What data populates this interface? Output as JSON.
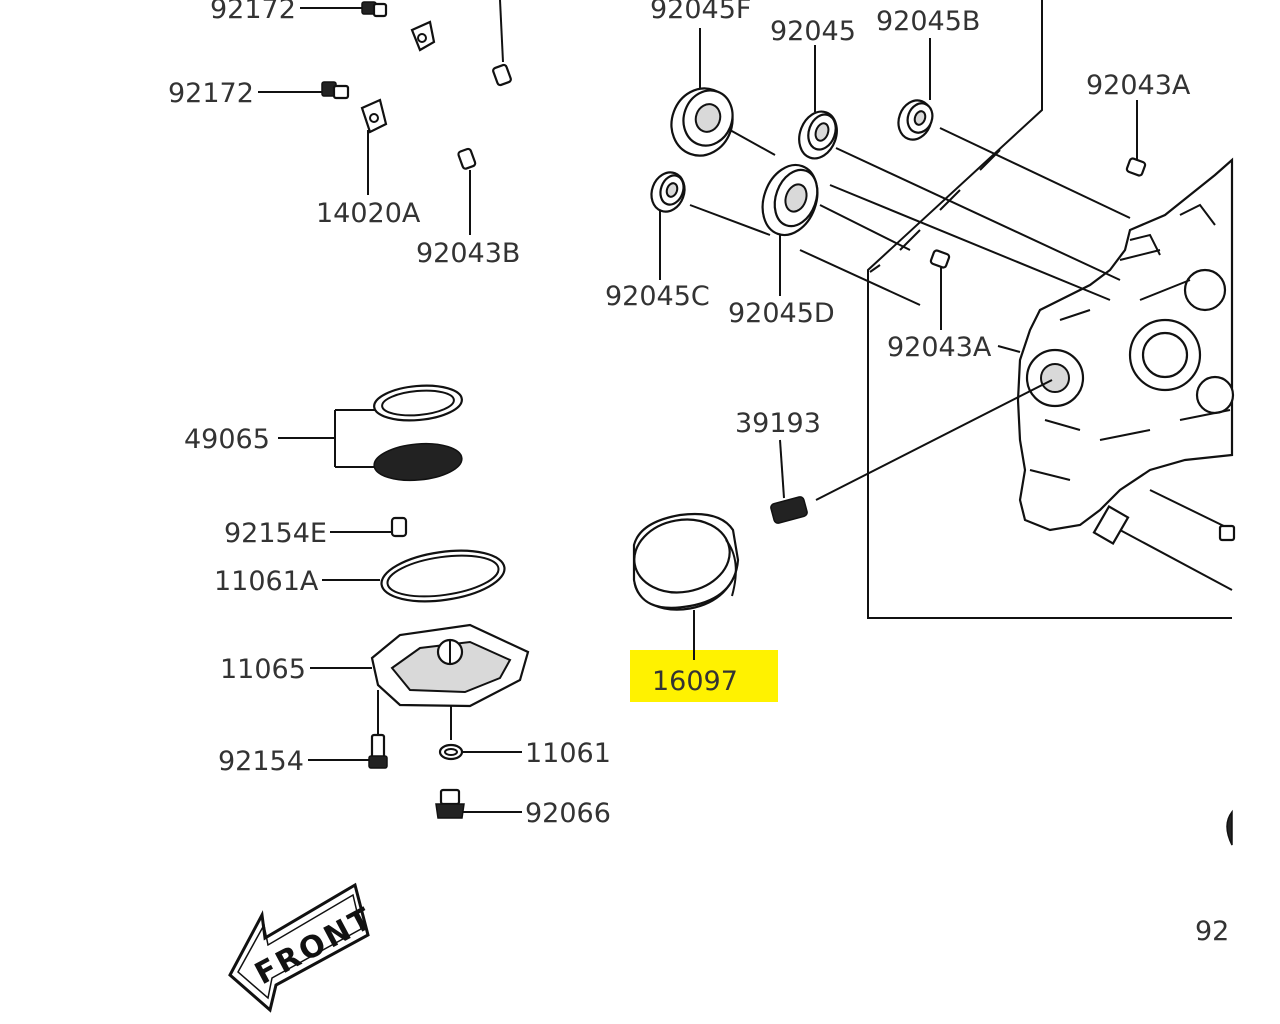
{
  "labels": {
    "p92172_top": "92172",
    "p92172": "92172",
    "p14020A": "14020A",
    "p92043B": "92043B",
    "p92045F": "92045F",
    "p92045": "92045",
    "p92045B": "92045B",
    "p92043A_top": "92043A",
    "p92045C": "92045C",
    "p92045D": "92045D",
    "p92043A": "92043A",
    "p49065": "49065",
    "p39193": "39193",
    "p92154E": "92154E",
    "p11061A": "11061A",
    "p11065": "11065",
    "p16097": "16097",
    "p92154": "92154",
    "p11061": "11061",
    "p92066": "92066",
    "p92_partial": "92",
    "front": "FRONT"
  },
  "colors": {
    "highlight": "#fff200",
    "line": "#111111",
    "label_text": "#333333"
  },
  "highlighted_part": "16097"
}
